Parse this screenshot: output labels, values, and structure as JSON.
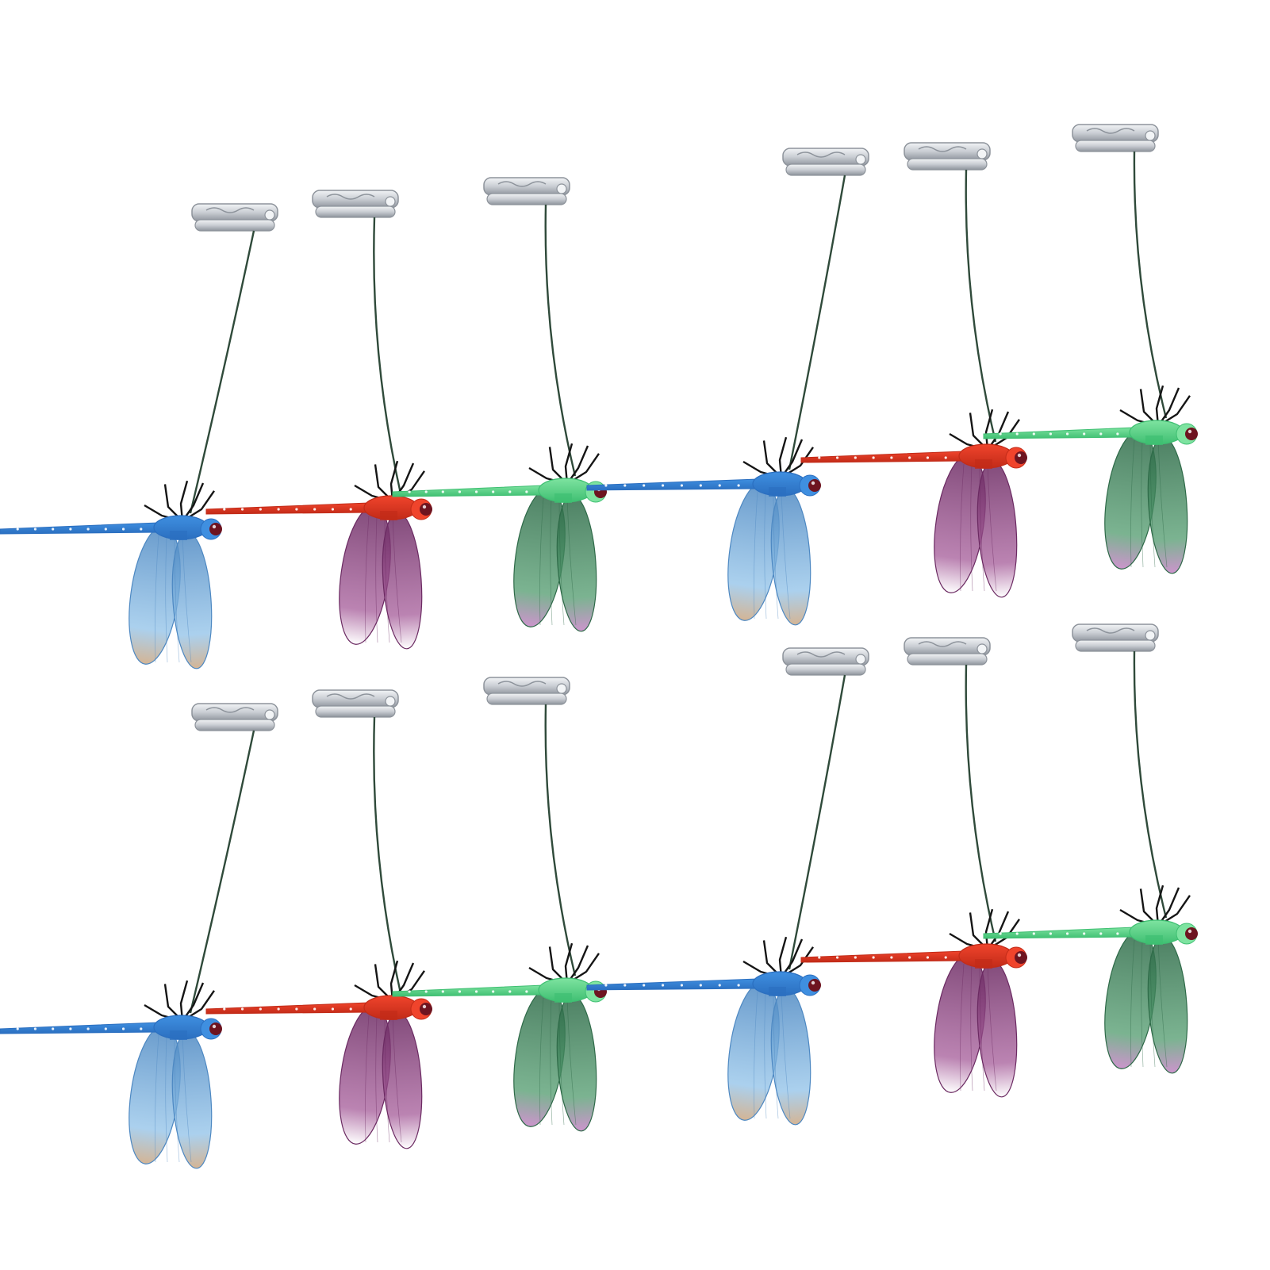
{
  "scene": {
    "background": "#ffffff",
    "clip_metal": "#c9cdd3",
    "clip_highlight": "#f2f4f6",
    "clip_shadow": "#8d939b",
    "wire": "#2f4a3a",
    "legs": "#151515",
    "eye": "#6e1420"
  },
  "variants": {
    "blue": {
      "body": "#3f8fe0",
      "body_dark": "#2b6fc0",
      "wing": "#8fc1e8",
      "wing_dark": "#4d88c2",
      "wing_tip": "#c9a27a"
    },
    "red": {
      "body": "#f0442c",
      "body_dark": "#c22b18",
      "wing": "#a45a98",
      "wing_dark": "#6b2a62",
      "wing_tip": "#ffffff"
    },
    "green": {
      "body": "#7ee3a0",
      "body_dark": "#3fbf72",
      "wing": "#4f9a6c",
      "wing_dark": "#2e6a48",
      "wing_tip": "#c07ac0"
    }
  },
  "dragonflies": [
    {
      "color": "blue"
    },
    {
      "color": "red"
    },
    {
      "color": "green"
    },
    {
      "color": "blue"
    },
    {
      "color": "red"
    },
    {
      "color": "green"
    },
    {
      "color": "blue"
    },
    {
      "color": "red"
    },
    {
      "color": "green"
    },
    {
      "color": "blue"
    },
    {
      "color": "red"
    },
    {
      "color": "green"
    }
  ]
}
